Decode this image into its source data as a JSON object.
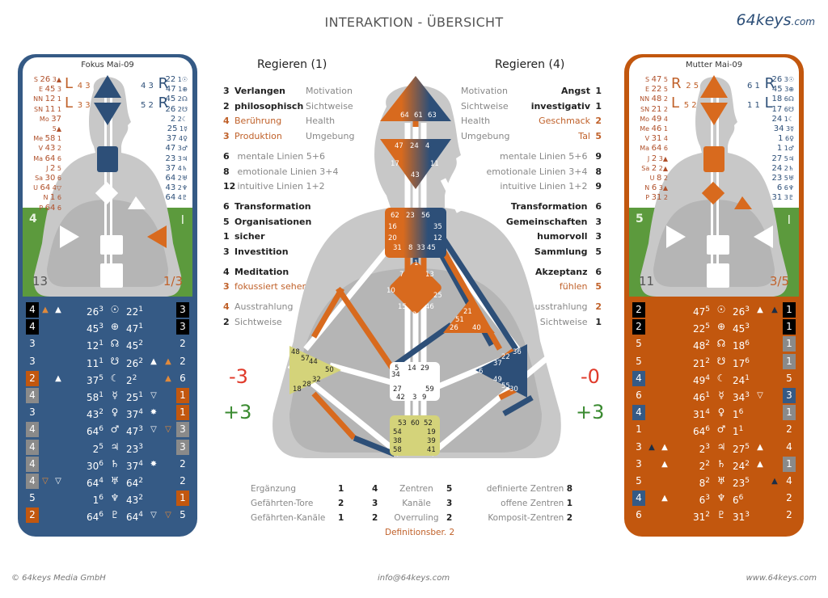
{
  "header": {
    "title": "INTERAKTION - ÜBERSICHT",
    "logo_main": "64keys",
    "logo_suffix": ".com"
  },
  "footer": {
    "copyright": "© 64keys Media GmbH",
    "email": "info@64keys.com",
    "website": "www.64keys.com"
  },
  "colors": {
    "blue": "#355a85",
    "orange": "#c2570e",
    "green": "#5c9a3d",
    "yellow": "#d4d37a"
  },
  "left_panel": {
    "title": "Fokus Mai-09",
    "design_col": [
      {
        "p": "S",
        "g": "26",
        "l": "3",
        "m": "▲"
      },
      {
        "p": "E",
        "g": "45",
        "l": "3"
      },
      {
        "p": "NN",
        "g": "12",
        "l": "1"
      },
      {
        "p": "SN",
        "g": "11",
        "l": "1"
      },
      {
        "p": "Mo",
        "g": "37",
        "l": "5",
        "m": "▲"
      },
      {
        "p": "Me",
        "g": "58",
        "l": "1"
      },
      {
        "p": "V",
        "g": "43",
        "l": "2"
      },
      {
        "p": "Ma",
        "g": "64",
        "l": "6"
      },
      {
        "p": "J",
        "g": "2",
        "l": "5"
      },
      {
        "p": "Sa",
        "g": "30",
        "l": "6"
      },
      {
        "p": "U",
        "g": "64",
        "l": "4",
        "m": "▽"
      },
      {
        "p": "N",
        "g": "1",
        "l": "6"
      },
      {
        "p": "P",
        "g": "64",
        "l": "6"
      }
    ],
    "personality_col": [
      {
        "g": "22",
        "l": "1",
        "s": "☉"
      },
      {
        "g": "47",
        "l": "1",
        "s": "⊕"
      },
      {
        "g": "45",
        "l": "2",
        "s": "☊"
      },
      {
        "g": "26",
        "l": "2",
        "s": "☋"
      },
      {
        "g": "2",
        "l": "2",
        "s": "☾"
      },
      {
        "g": "25",
        "l": "1",
        "s": "☿"
      },
      {
        "g": "37",
        "l": "4",
        "s": "♀"
      },
      {
        "g": "47",
        "l": "3",
        "s": "♂"
      },
      {
        "g": "23",
        "l": "3",
        "s": "♃"
      },
      {
        "g": "37",
        "l": "4",
        "s": "♄"
      },
      {
        "g": "64",
        "l": "2",
        "s": "♅"
      },
      {
        "g": "43",
        "l": "2",
        "s": "♆"
      },
      {
        "g": "64",
        "l": "4",
        "s": "♇"
      }
    ],
    "variables": {
      "top_left_1": "L",
      "top_left_1_nums": "4 3",
      "top_left_2": "L",
      "top_left_2_nums": "3 3",
      "top_right_1": "R",
      "top_right_1_nums": "4 3",
      "top_right_2": "R",
      "top_right_2_nums": "5 2"
    },
    "green_left": "4",
    "green_right": "I",
    "profile_count": "13",
    "profile": "1/3",
    "table": [
      {
        "lv": "4",
        "lvbg": "black",
        "m1": "▲",
        "m1c": "orange",
        "m2": "▲",
        "g1": "26",
        "l1": "3",
        "pl": "☉",
        "g2": "22",
        "l2": "1",
        "rv": "3",
        "rvbg": "black"
      },
      {
        "lv": "4",
        "lvbg": "black",
        "g1": "45",
        "l1": "3",
        "pl": "⊕",
        "g2": "47",
        "l2": "1",
        "rv": "3",
        "rvbg": "black"
      },
      {
        "lv": "3",
        "g1": "12",
        "l1": "1",
        "pl": "☊",
        "g2": "45",
        "l2": "2",
        "rv": "2"
      },
      {
        "lv": "3",
        "g1": "11",
        "l1": "1",
        "pl": "☋",
        "g2": "26",
        "l2": "2",
        "m3": "▲",
        "m4": "▲",
        "m4c": "orange",
        "rv": "2"
      },
      {
        "lv": "2",
        "lvbg": "orange",
        "m2": "▲",
        "g1": "37",
        "l1": "5",
        "pl": "☾",
        "g2": "2",
        "l2": "2",
        "m4": "▲",
        "m4c": "orange",
        "rv": "6"
      },
      {
        "lv": "4",
        "lvbg": "gray",
        "g1": "58",
        "l1": "1",
        "pl": "☿",
        "g2": "25",
        "l2": "1",
        "m3": "▽",
        "rv": "1",
        "rvbg": "orange"
      },
      {
        "lv": "3",
        "g1": "43",
        "l1": "2",
        "pl": "♀",
        "g2": "37",
        "l2": "4",
        "m3": "✸",
        "rv": "1",
        "rvbg": "orange"
      },
      {
        "lv": "4",
        "lvbg": "gray",
        "g1": "64",
        "l1": "6",
        "pl": "♂",
        "g2": "47",
        "l2": "3",
        "m3": "▽",
        "m4": "▽",
        "m4c": "orange",
        "rv": "3",
        "rvbg": "gray"
      },
      {
        "lv": "4",
        "lvbg": "gray",
        "g1": "2",
        "l1": "5",
        "pl": "♃",
        "g2": "23",
        "l2": "3",
        "rv": "3",
        "rvbg": "gray"
      },
      {
        "lv": "4",
        "lvbg": "gray",
        "g1": "30",
        "l1": "6",
        "pl": "♄",
        "g2": "37",
        "l2": "4",
        "m3": "✸",
        "rv": "2"
      },
      {
        "lv": "4",
        "lvbg": "gray",
        "m1": "▽",
        "m1c": "orange",
        "m2": "▽",
        "g1": "64",
        "l1": "4",
        "pl": "♅",
        "g2": "64",
        "l2": "2",
        "rv": "2"
      },
      {
        "lv": "5",
        "g1": "1",
        "l1": "6",
        "pl": "♆",
        "g2": "43",
        "l2": "2",
        "rv": "1",
        "rvbg": "orange"
      },
      {
        "lv": "2",
        "lvbg": "orange",
        "g1": "64",
        "l1": "6",
        "pl": "♇",
        "g2": "64",
        "l2": "4",
        "m3": "▽",
        "m4": "▽",
        "m4c": "orange",
        "rv": "5"
      }
    ]
  },
  "right_panel": {
    "title": "Mutter Mai-09",
    "design_col": [
      {
        "p": "S",
        "g": "47",
        "l": "5"
      },
      {
        "p": "E",
        "g": "22",
        "l": "5"
      },
      {
        "p": "NN",
        "g": "48",
        "l": "2"
      },
      {
        "p": "SN",
        "g": "21",
        "l": "2"
      },
      {
        "p": "Mo",
        "g": "49",
        "l": "4"
      },
      {
        "p": "Me",
        "g": "46",
        "l": "1"
      },
      {
        "p": "V",
        "g": "31",
        "l": "4"
      },
      {
        "p": "Ma",
        "g": "64",
        "l": "6"
      },
      {
        "p": "J",
        "g": "2",
        "l": "3",
        "m": "▲"
      },
      {
        "p": "Sa",
        "g": "2",
        "l": "2",
        "m": "▲"
      },
      {
        "p": "U",
        "g": "8",
        "l": "2"
      },
      {
        "p": "N",
        "g": "6",
        "l": "3",
        "m": "▲"
      },
      {
        "p": "P",
        "g": "31",
        "l": "2"
      }
    ],
    "personality_col": [
      {
        "g": "26",
        "l": "3",
        "s": "☉"
      },
      {
        "g": "45",
        "l": "3",
        "s": "⊕"
      },
      {
        "g": "18",
        "l": "6",
        "s": "☊"
      },
      {
        "g": "17",
        "l": "6",
        "s": "☋"
      },
      {
        "g": "24",
        "l": "1",
        "s": "☾"
      },
      {
        "g": "34",
        "l": "3",
        "s": "☿"
      },
      {
        "g": "1",
        "l": "6",
        "s": "♀"
      },
      {
        "g": "1",
        "l": "1",
        "s": "♂"
      },
      {
        "g": "27",
        "l": "5",
        "s": "♃"
      },
      {
        "g": "24",
        "l": "2",
        "s": "♄"
      },
      {
        "g": "23",
        "l": "5",
        "s": "♅"
      },
      {
        "g": "6",
        "l": "6",
        "s": "♆"
      },
      {
        "g": "31",
        "l": "3",
        "s": "♇"
      }
    ],
    "variables": {
      "top_left_1": "R",
      "top_left_1_nums": "2 5",
      "top_left_2": "L",
      "top_left_2_nums": "5 2",
      "top_right_1": "R",
      "top_right_1_nums": "6 1",
      "top_right_2": "L",
      "top_right_2_nums": "1 1"
    },
    "green_left": "5",
    "green_right": "I",
    "profile_count": "11",
    "profile": "3/5",
    "table": [
      {
        "lv": "2",
        "lvbg": "black",
        "g1": "47",
        "l1": "5",
        "pl": "☉",
        "g2": "26",
        "l2": "3",
        "m3": "▲",
        "m4": "▲",
        "m4c": "dark",
        "rv": "1",
        "rvbg": "black"
      },
      {
        "lv": "2",
        "lvbg": "black",
        "g1": "22",
        "l1": "5",
        "pl": "⊕",
        "g2": "45",
        "l2": "3",
        "rv": "1",
        "rvbg": "black"
      },
      {
        "lv": "5",
        "g1": "48",
        "l1": "2",
        "pl": "☊",
        "g2": "18",
        "l2": "6",
        "rv": "1",
        "rvbg": "gray"
      },
      {
        "lv": "5",
        "g1": "21",
        "l1": "2",
        "pl": "☋",
        "g2": "17",
        "l2": "6",
        "rv": "1",
        "rvbg": "gray"
      },
      {
        "lv": "4",
        "lvbg": "blue",
        "g1": "49",
        "l1": "4",
        "pl": "☾",
        "g2": "24",
        "l2": "1",
        "rv": "5"
      },
      {
        "lv": "6",
        "g1": "46",
        "l1": "1",
        "pl": "☿",
        "g2": "34",
        "l2": "3",
        "m3": "▽",
        "rv": "3",
        "rvbg": "blue"
      },
      {
        "lv": "4",
        "lvbg": "blue",
        "g1": "31",
        "l1": "4",
        "pl": "♀",
        "g2": "1",
        "l2": "6",
        "rv": "1",
        "rvbg": "gray"
      },
      {
        "lv": "1",
        "g1": "64",
        "l1": "6",
        "pl": "♂",
        "g2": "1",
        "l2": "1",
        "rv": "2"
      },
      {
        "lv": "3",
        "m1": "▲",
        "m1c": "dark",
        "m2": "▲",
        "g1": "2",
        "l1": "3",
        "pl": "♃",
        "g2": "27",
        "l2": "5",
        "m3": "▲",
        "rv": "4"
      },
      {
        "lv": "3",
        "m2": "▲",
        "g1": "2",
        "l1": "2",
        "pl": "♄",
        "g2": "24",
        "l2": "2",
        "m3": "▲",
        "rv": "1",
        "rvbg": "gray"
      },
      {
        "lv": "5",
        "g1": "8",
        "l1": "2",
        "pl": "♅",
        "g2": "23",
        "l2": "5",
        "m4": "▲",
        "m4c": "dark",
        "rv": "4"
      },
      {
        "lv": "4",
        "lvbg": "blue",
        "m2": "▲",
        "g1": "6",
        "l1": "3",
        "pl": "♆",
        "g2": "6",
        "l2": "6",
        "rv": "2"
      },
      {
        "lv": "6",
        "g1": "31",
        "l1": "2",
        "pl": "♇",
        "g2": "31",
        "l2": "3",
        "rv": "2"
      }
    ]
  },
  "center": {
    "left_header": "Regieren (1)",
    "right_header": "Regieren (4)",
    "left_group1": [
      {
        "n": "3",
        "term": "Verlangen",
        "cat": "Motivation",
        "color": "bold"
      },
      {
        "n": "2",
        "term": "philosophisch",
        "cat": "Sichtweise",
        "color": "bold"
      },
      {
        "n": "4",
        "term": "Berührung",
        "cat": "Health",
        "color": "orange"
      },
      {
        "n": "3",
        "term": "Produktion",
        "cat": "Umgebung",
        "color": "orange"
      }
    ],
    "left_group2": [
      {
        "n": "6",
        "term": "mentale Linien 5+6"
      },
      {
        "n": "8",
        "term": "emotionale Linien 3+4"
      },
      {
        "n": "12",
        "term": "intuitive Linien 1+2"
      }
    ],
    "left_group3": [
      {
        "n": "6",
        "term": "Transformation",
        "color": "bold"
      },
      {
        "n": "5",
        "term": "Organisationen",
        "color": "bold"
      },
      {
        "n": "1",
        "term": "sicher",
        "color": "bold"
      },
      {
        "n": "3",
        "term": "Investition",
        "color": "bold"
      }
    ],
    "left_group4": [
      {
        "n": "4",
        "term": "Meditation",
        "color": "bold"
      },
      {
        "n": "3",
        "term": "fokussiert sehen",
        "color": "orange"
      }
    ],
    "left_group5": [
      {
        "n": "4",
        "term": "Ausstrahlung",
        "color": "grey",
        "ncolor": "orange"
      },
      {
        "n": "2",
        "term": "Sichtweise",
        "color": "grey"
      }
    ],
    "right_group1": [
      {
        "cat": "Motivation",
        "term": "Angst",
        "n": "1",
        "color": "bold"
      },
      {
        "cat": "Sichtweise",
        "term": "investigativ",
        "n": "1",
        "color": "bold"
      },
      {
        "cat": "Health",
        "term": "Geschmack",
        "n": "2",
        "color": "orange"
      },
      {
        "cat": "Umgebung",
        "term": "Tal",
        "n": "5",
        "color": "orange"
      }
    ],
    "right_group2": [
      {
        "term": "mentale Linien 5+6",
        "n": "9"
      },
      {
        "term": "emotionale Linien 3+4",
        "n": "8"
      },
      {
        "term": "intuitive Linien 1+2",
        "n": "9"
      }
    ],
    "right_group3": [
      {
        "term": "Transformation",
        "n": "6",
        "color": "bold"
      },
      {
        "term": "Gemeinschaften",
        "n": "3",
        "color": "bold"
      },
      {
        "term": "humorvoll",
        "n": "3",
        "color": "bold"
      },
      {
        "term": "Sammlung",
        "n": "5",
        "color": "bold"
      }
    ],
    "right_group4": [
      {
        "term": "Akzeptanz",
        "n": "6",
        "color": "bold"
      },
      {
        "term": "fühlen",
        "n": "5",
        "color": "orange"
      }
    ],
    "right_group5": [
      {
        "term": "Ausstrahlung",
        "n": "2",
        "color": "grey",
        "ncolor": "orange"
      },
      {
        "term": "Sichtweise",
        "n": "1",
        "color": "grey"
      }
    ],
    "left_minus": "-3",
    "left_plus": "+3",
    "right_minus": "-0",
    "right_plus": "+3",
    "stats": {
      "col1": [
        {
          "label": "Ergänzung",
          "val": "1"
        },
        {
          "label": "Gefährten-Tore",
          "val": "2"
        },
        {
          "label": "Gefährten-Kanäle",
          "val": "1"
        }
      ],
      "col2": [
        {
          "pre": "4",
          "label": "Zentren",
          "val": "5"
        },
        {
          "pre": "3",
          "label": "Kanäle",
          "val": "3"
        },
        {
          "pre": "2",
          "label": "Overruling",
          "val": "2"
        }
      ],
      "col3": [
        {
          "label": "definierte Zentren",
          "val": "8"
        },
        {
          "label": "offene Zentren",
          "val": "1"
        },
        {
          "label": "Komposit-Zentren",
          "val": "2"
        }
      ],
      "definition": "Definitionsber. 2"
    },
    "gates": {
      "head": [
        "64",
        "61",
        "63"
      ],
      "ajna": [
        "47",
        "24",
        "4",
        "17",
        "11",
        "43"
      ],
      "throat": [
        "62",
        "23",
        "56",
        "16",
        "35",
        "20",
        "12",
        "31",
        "8",
        "33",
        "45"
      ],
      "g": [
        "1",
        "7",
        "13",
        "10",
        "25",
        "15",
        "46",
        "2"
      ],
      "ego": [
        "21",
        "51",
        "26",
        "40"
      ],
      "spleen": [
        "48",
        "57",
        "44",
        "50",
        "32",
        "28",
        "18"
      ],
      "sacral": [
        "5",
        "14",
        "29",
        "34",
        "27",
        "59",
        "42",
        "3",
        "9"
      ],
      "solar": [
        "36",
        "22",
        "37",
        "6",
        "49",
        "55",
        "30"
      ],
      "root": [
        "53",
        "60",
        "52",
        "54",
        "19",
        "38",
        "39",
        "58",
        "41"
      ]
    }
  }
}
